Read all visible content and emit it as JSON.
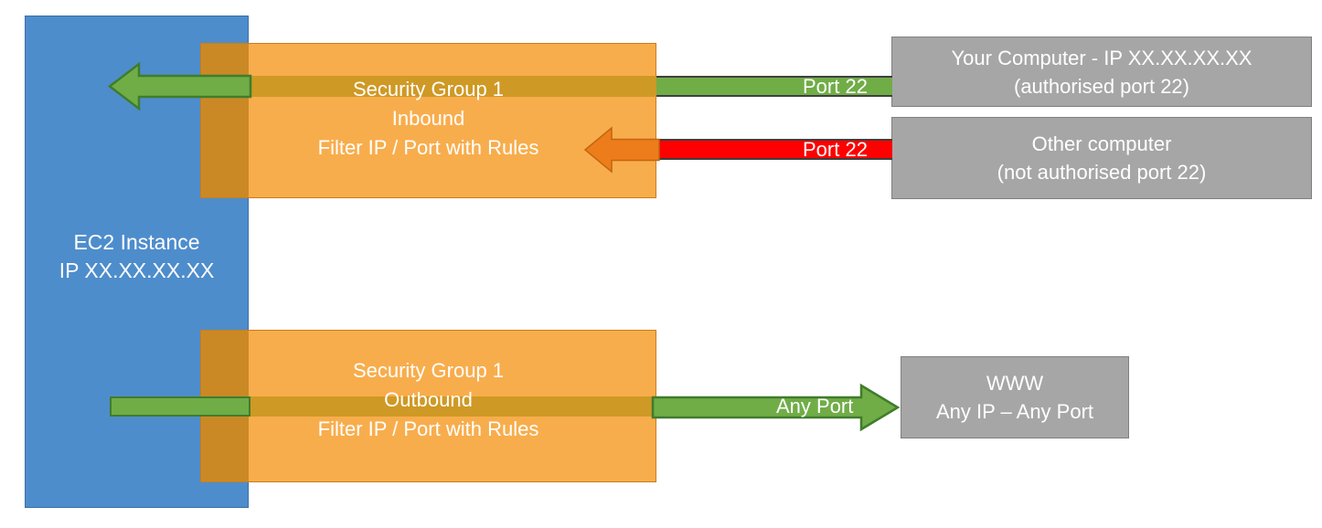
{
  "diagram": {
    "title": "AWS EC2 Security Group inbound and outbound traffic filtering",
    "colors": {
      "ec2_blue": "#4e8dcc",
      "security_group_orange": "#f7a73e",
      "allowed_green": "#70ad47",
      "blocked_red": "#ff0000",
      "blocked_arrow_orange": "#ed7d1b",
      "endpoint_grey": "#a6a6a6",
      "text_white": "#ffffff"
    }
  },
  "ec2": {
    "line1": "EC2 Instance",
    "line2": "IP XX.XX.XX.XX"
  },
  "security_groups": {
    "inbound": {
      "line1": "Security Group 1",
      "line2": "Inbound",
      "line3": "Filter IP / Port with Rules"
    },
    "outbound": {
      "line1": "Security Group 1",
      "line2": "Outbound",
      "line3": "Filter IP / Port with Rules"
    }
  },
  "endpoints": {
    "your_computer": {
      "line1": "Your Computer - IP XX.XX.XX.XX",
      "line2": "(authorised port 22)"
    },
    "other_computer": {
      "line1": "Other computer",
      "line2": "(not authorised port 22)"
    },
    "www": {
      "line1": "WWW",
      "line2": "Any IP – Any Port"
    }
  },
  "connections": {
    "allowed_inbound_label": "Port 22",
    "blocked_inbound_label": "Port 22",
    "allowed_outbound_label": "Any Port"
  }
}
